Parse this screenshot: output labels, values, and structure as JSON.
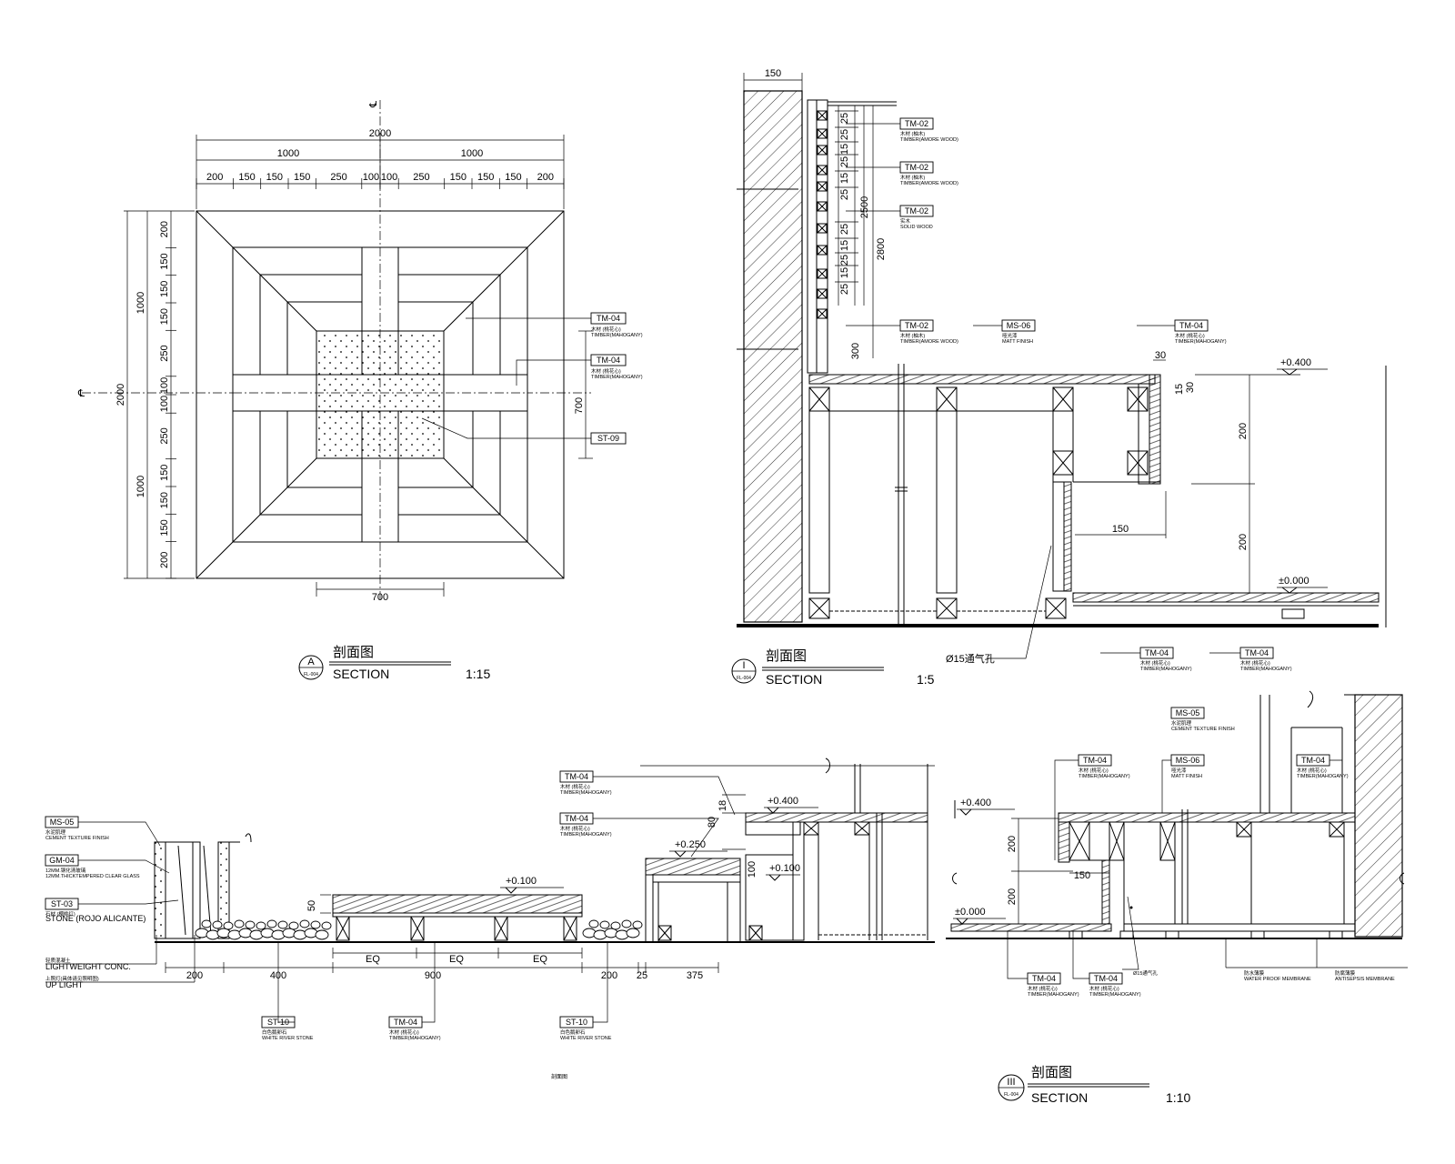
{
  "plan_a": {
    "dims_top_total": "2000",
    "dims_top_half": [
      "1000",
      "1000"
    ],
    "dims_top_parts": [
      "200",
      "150",
      "150",
      "150",
      "250",
      "100",
      "100",
      "250",
      "150",
      "150",
      "150",
      "200"
    ],
    "dims_left_total": "2000",
    "dims_left_half": [
      "1000",
      "1000"
    ],
    "dims_left_parts": [
      "200",
      "150",
      "150",
      "150",
      "250",
      "100",
      "100",
      "250",
      "150",
      "150",
      "150",
      "200"
    ],
    "dim_right": "700",
    "dim_bottom": "700",
    "tags": [
      {
        "code": "TM-04",
        "cn": "木材 (桃花心)",
        "en": "TIMBER(MAHOGANY)"
      },
      {
        "code": "TM-04",
        "cn": "木材 (桃花心)",
        "en": "TIMBER(MAHOGANY)"
      },
      {
        "code": "ST-09",
        "cn": "",
        "en": ""
      }
    ],
    "title": {
      "mark": "A",
      "ref": "FL-004",
      "cn": "剖面图",
      "en": "SECTION",
      "scale": "1:15"
    }
  },
  "section_1": {
    "top_dim": "150",
    "vert_dims": [
      "25",
      "25",
      "15",
      "25",
      "15",
      "25",
      "25",
      "15",
      "25",
      "15",
      "25"
    ],
    "dim_2500": "2500",
    "dim_2800": "2800",
    "dim_300": "300",
    "dim_30a": "30",
    "dim_30b": "30",
    "dim_15": "15",
    "dim_200a": "200",
    "dim_200b": "200",
    "dim_150": "150",
    "level_top": "+0.400",
    "level_floor": "±0.000",
    "vent": "Ø15通气孔",
    "tags": [
      {
        "code": "TM-02",
        "cn": "木材 (柚木)",
        "en": "TIMBER(AMORE WOOD)"
      },
      {
        "code": "TM-02",
        "cn": "木材 (柚木)",
        "en": "TIMBER(AMORE WOOD)"
      },
      {
        "code": "TM-02",
        "cn": "实木",
        "en": "SOLID WOOD"
      },
      {
        "code": "TM-02",
        "cn": "木材 (柚木)",
        "en": "TIMBER(AMORE WOOD)"
      },
      {
        "code": "MS-06",
        "cn": "哑光漆",
        "en": "MATT FINISH"
      },
      {
        "code": "TM-04",
        "cn": "木材 (桃花心)",
        "en": "TIMBER(MAHOGANY)"
      },
      {
        "code": "TM-04",
        "cn": "木材 (桃花心)",
        "en": "TIMBER(MAHOGANY)"
      },
      {
        "code": "TM-04",
        "cn": "木材 (桃花心)",
        "en": "TIMBER(MAHOGANY)"
      }
    ],
    "title": {
      "mark": "I",
      "ref": "FL-004",
      "cn": "剖面图",
      "en": "SECTION",
      "scale": "1:5"
    }
  },
  "section_2": {
    "left_tags": [
      {
        "code": "MS-05",
        "cn": "水泥肌理",
        "en": "CEMENT TEXTURE FINISH"
      },
      {
        "code": "GM-04",
        "cn": "12MM.钢化清玻璃",
        "en": "12MM.THICKTEMPERED CLEAR GLASS"
      },
      {
        "code": "ST-03",
        "cn": "石材 (櫻桃红)",
        "en": "STONE (ROJO ALICANTE)"
      }
    ],
    "notes": [
      "轻质混凝土",
      "LIGHTWEIGHT CONC.",
      "上照灯(具体请见照明图)",
      "UP LIGHT"
    ],
    "dims": [
      "200",
      "400",
      "900",
      "200",
      "25",
      "375"
    ],
    "eq": [
      "EQ",
      "EQ",
      "EQ"
    ],
    "dim_50": "50",
    "dim_18": "18",
    "dim_80": "80",
    "dim_100": "100",
    "levels": [
      "+0.100",
      "+0.250",
      "+0.400",
      "+0.100"
    ],
    "top_tags": [
      {
        "code": "TM-04",
        "cn": "木材 (桃花心)",
        "en": "TIMBER(MAHOGANY)"
      },
      {
        "code": "TM-04",
        "cn": "木材 (桃花心)",
        "en": "TIMBER(MAHOGANY)"
      }
    ],
    "bottom_tags": [
      {
        "code": "ST-10",
        "cn": "白色鹅卵石",
        "en": "WHITE RIVER STONE"
      },
      {
        "code": "TM-04",
        "cn": "木材 (桃花心)",
        "en": "TIMBER(MAHOGANY)"
      },
      {
        "code": "ST-10",
        "cn": "白色鹅卵石",
        "en": "WHITE RIVER STONE"
      }
    ],
    "stray_text": "剖面图"
  },
  "section_3": {
    "tags_top": [
      {
        "code": "MS-05",
        "cn": "水泥肌理",
        "en": "CEMENT TEXTURE FINISH"
      },
      {
        "code": "TM-04",
        "cn": "木材 (桃花心)",
        "en": "TIMBER(MAHOGANY)"
      },
      {
        "code": "MS-06",
        "cn": "哑光漆",
        "en": "MATT FINISH"
      },
      {
        "code": "TM-04",
        "cn": "木材 (桃花心)",
        "en": "TIMBER(MAHOGANY)"
      }
    ],
    "levels": [
      "+0.400",
      "±0.000"
    ],
    "dims": [
      "200",
      "200",
      "150"
    ],
    "tags_bottom": [
      {
        "code": "TM-04",
        "cn": "木材 (桃花心)",
        "en": "TIMBER(MAHOGANY)"
      },
      {
        "code": "TM-04",
        "cn": "木材 (桃花心)",
        "en": "TIMBER(MAHOGANY)"
      }
    ],
    "vent": "Ø15通气孔",
    "notes_bottom": [
      {
        "cn": "防水薄膜",
        "en": "WATER PROOF MEMBRANE"
      },
      {
        "cn": "防腐薄膜",
        "en": "ANTISEPSIS MEMBRANE"
      }
    ],
    "title": {
      "mark": "III",
      "ref": "FL-004",
      "cn": "剖面图",
      "en": "SECTION",
      "scale": "1:10"
    }
  }
}
